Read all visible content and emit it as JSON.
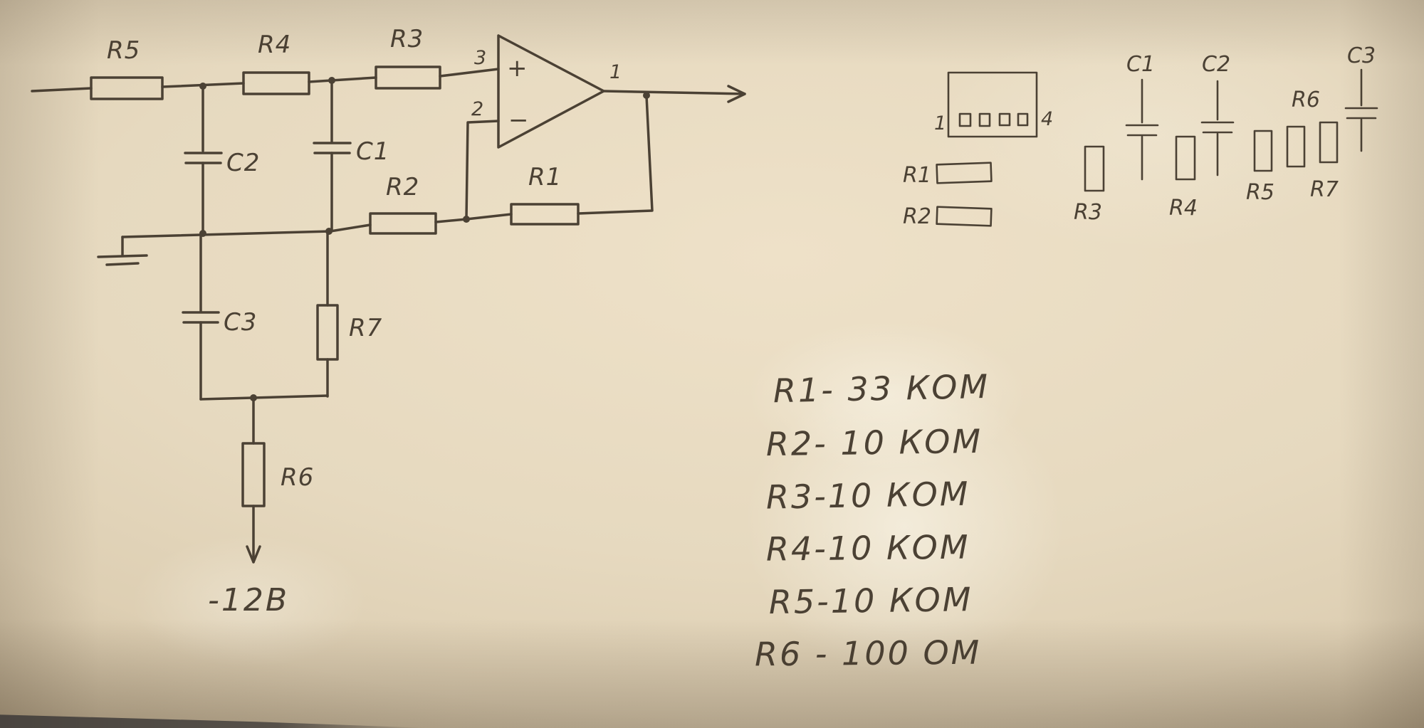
{
  "colors": {
    "ink": "#4b4134",
    "paper": "#e4d7bd"
  },
  "schematic": {
    "components": {
      "r1": "R1",
      "r2": "R2",
      "r3": "R3",
      "r4": "R4",
      "r5": "R5",
      "r6": "R6",
      "r7": "R7",
      "c1": "C1",
      "c2": "C2",
      "c3": "C3"
    },
    "opamp": {
      "pin_noninverting": "3",
      "pin_inverting": "2",
      "pin_output": "1",
      "plus_sign": "+",
      "minus_sign": "−"
    },
    "supply_label": "-12В"
  },
  "pcb_sketch": {
    "ic_pin_1": "1",
    "ic_pin_4": "4",
    "labels": {
      "r1": "R1",
      "r2": "R2",
      "r3": "R3",
      "r4": "R4",
      "r5": "R5",
      "r6": "R6",
      "r7": "R7",
      "c1": "C1",
      "c2": "C2",
      "c3": "C3"
    }
  },
  "parts_list": {
    "items": [
      "R1- 33 КОМ",
      "R2- 10 КОМ",
      "R3-10 КОМ",
      "R4-10 КОМ",
      "R5-10 КОМ",
      "R6 - 100 ОМ"
    ]
  }
}
